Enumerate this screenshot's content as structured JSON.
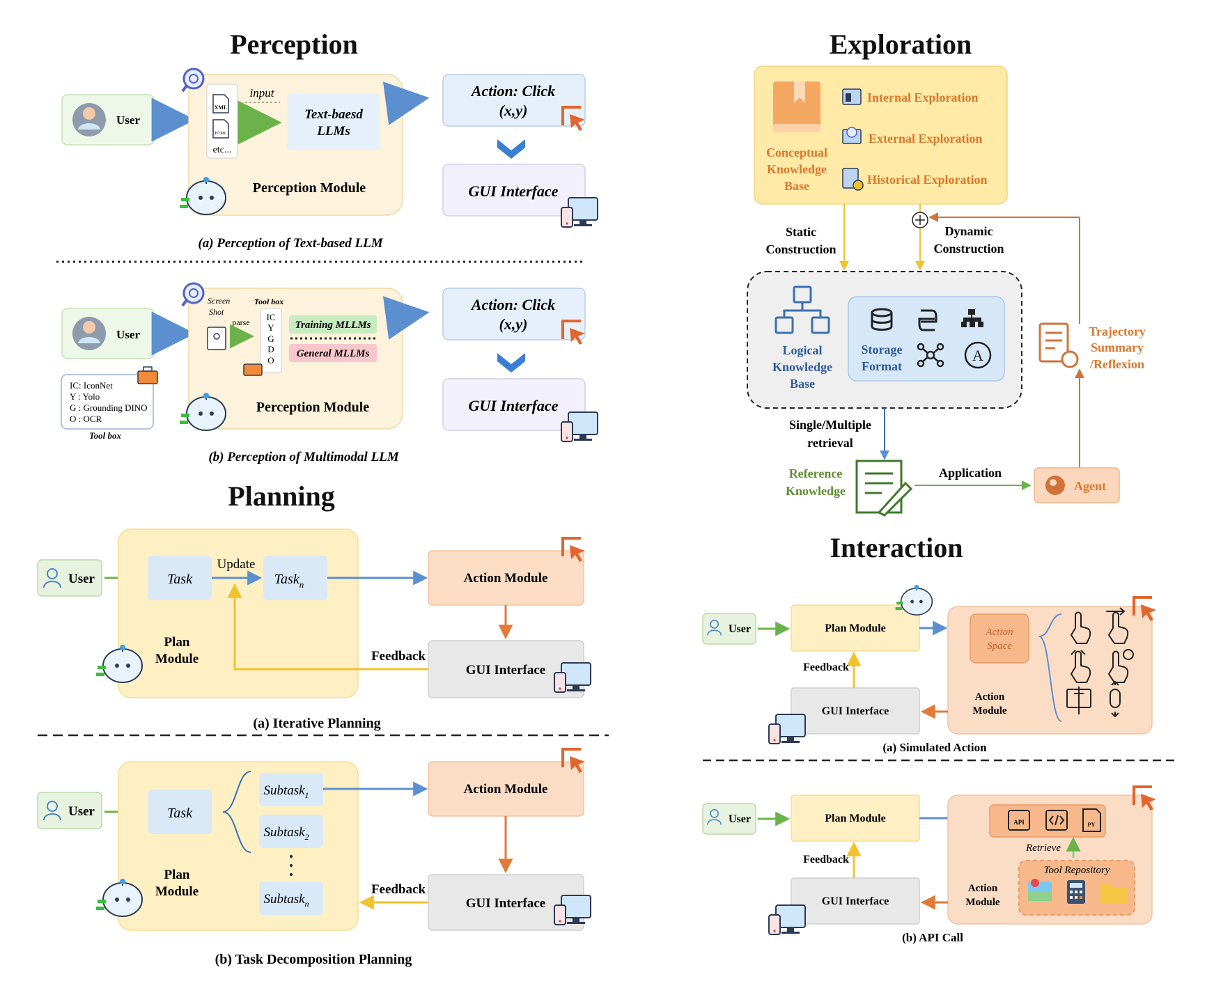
{
  "perception": {
    "title": "Perception",
    "a": {
      "user": "User",
      "input": "input",
      "etc": "etc...",
      "xml": "XML",
      "html": "HTML",
      "llm_line1": "Text-baesd",
      "llm_line2": "LLMs",
      "module": "Perception Module",
      "action_line1": "Action: Click",
      "action_line2": "(x,y)",
      "gui": "GUI Interface",
      "caption": "(a) Perception of Text-based LLM"
    },
    "b": {
      "user": "User",
      "screen_line1": "Screen",
      "screen_line2": "Shot",
      "parse": "parse",
      "toolbox_label": "Tool box",
      "toolbox_letters": [
        "IC",
        "Y",
        "G",
        "D",
        "O"
      ],
      "training": "Training MLLMs",
      "general": "General MLLMs",
      "module": "Perception Module",
      "tools": [
        "IC: IconNet",
        "Y : Yolo",
        "G : Grounding DINO",
        "O : OCR"
      ],
      "toolbox_caption": "Tool box",
      "action_line1": "Action: Click",
      "action_line2": "(x,y)",
      "gui": "GUI Interface",
      "caption": "(b) Perception of Multimodal LLM"
    }
  },
  "exploration": {
    "title": "Exploration",
    "ckb_line1": "Conceptual",
    "ckb_line2": "Knowledge",
    "ckb_line3": "Base",
    "internal": "Internal Exploration",
    "external": "External Exploration",
    "historical": "Historical Exploration",
    "static_line1": "Static",
    "static_line2": "Construction",
    "dynamic_line1": "Dynamic",
    "dynamic_line2": "Construction",
    "lkb_line1": "Logical",
    "lkb_line2": "Knowledge",
    "lkb_line3": "Base",
    "storage_line1": "Storage",
    "storage_line2": "Format",
    "traj_line1": "Trajectory",
    "traj_line2": "Summary",
    "traj_line3": "/Reflexion",
    "retrieval_line1": "Single/Multiple",
    "retrieval_line2": "retrieval",
    "ref_line1": "Reference",
    "ref_line2": "Knowledge",
    "application": "Application",
    "agent": "Agent"
  },
  "planning": {
    "title": "Planning",
    "a": {
      "user": "User",
      "task": "Task",
      "update": "Update",
      "task_n": "Task",
      "task_n_sub": "n",
      "plan_line1": "Plan",
      "plan_line2": "Module",
      "action": "Action Module",
      "feedback": "Feedback",
      "gui": "GUI Interface",
      "caption": "(a) Iterative Planning"
    },
    "b": {
      "user": "User",
      "task": "Task",
      "subtask": "Subtask",
      "subs": [
        "1",
        "2",
        "n"
      ],
      "plan_line1": "Plan",
      "plan_line2": "Module",
      "action": "Action Module",
      "feedback": "Feedback",
      "gui": "GUI Interface",
      "caption": "(b) Task Decomposition Planning"
    }
  },
  "interaction": {
    "title": "Interaction",
    "a": {
      "user": "User",
      "plan": "Plan Module",
      "feedback": "Feedback",
      "gui": "GUI Interface",
      "space_line1": "Action",
      "space_line2": "Space",
      "module_line1": "Action",
      "module_line2": "Module",
      "caption": "(a) Simulated Action"
    },
    "b": {
      "user": "User",
      "plan": "Plan Module",
      "feedback": "Feedback",
      "gui": "GUI Interface",
      "api": "API",
      "py": "PY",
      "retrieve": "Retrieve",
      "repo": "Tool Repository",
      "module_line1": "Action",
      "module_line2": "Module",
      "caption": "(b) API Call"
    }
  },
  "colors": {
    "orange_text": "#d9782d",
    "green_text": "#5e8c31",
    "blue_text": "#2e5c99",
    "arrow_blue": "#5b8fd0",
    "arrow_green": "#6cb24a",
    "arrow_orange": "#e07b39",
    "arrow_yellow": "#f2c12e",
    "arrow_red": "#e05b5b"
  }
}
